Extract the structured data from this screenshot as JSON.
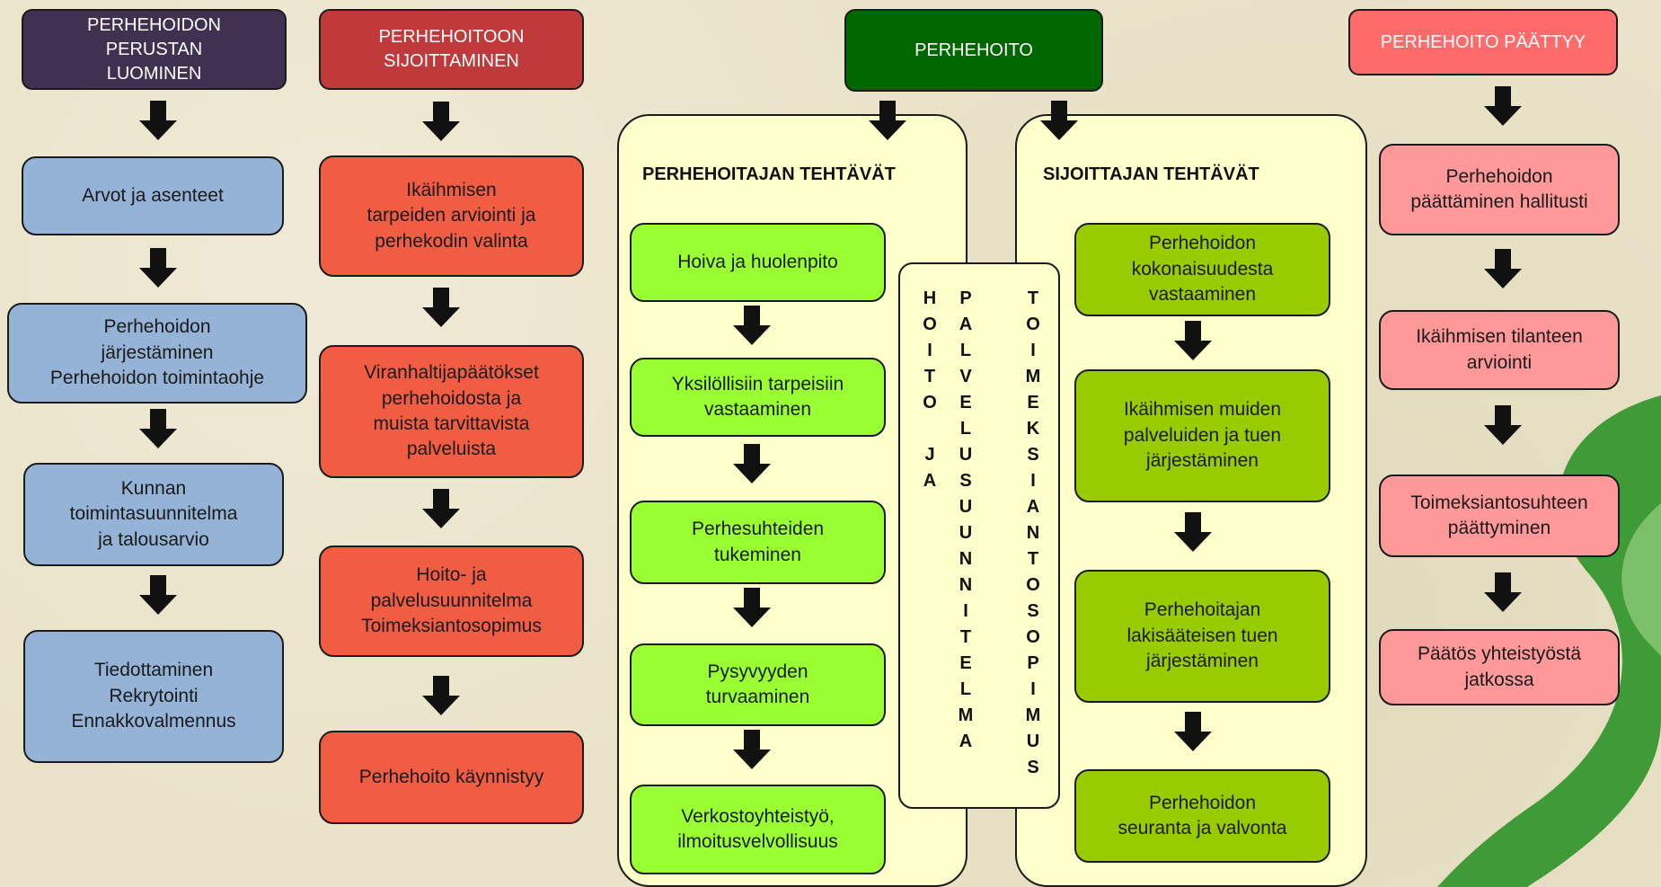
{
  "columns": {
    "col1": {
      "header": "PERHEHOIDON\nPERUSTAN\nLUOMINEN",
      "items": [
        "Arvot ja asenteet",
        "Perhehoidon\njärjestäminen\nPerhehoidon toimintaohje",
        "Kunnan\ntoimintasuunnitelma\nja talousarvio",
        "Tiedottaminen\nRekrytointi\nEnnakkovalmennus"
      ]
    },
    "col2": {
      "header": "PERHEHOITOON\nSIJOITTAMINEN",
      "items": [
        "Ikäihmisen\ntarpeiden arviointi ja\nperhekodin valinta",
        "Viranhaltijapäätökset\nperhehoidosta ja\nmuista tarvittavista\npalveluista",
        "Hoito- ja\npalvelusuunnitelma\nToimeksiantosopimus",
        "Perhehoito käynnistyy"
      ]
    },
    "col3": {
      "header": "PERHEHOITO",
      "left_title": "PERHEHOITAJAN TEHTÄVÄT",
      "left_items": [
        "Hoiva ja huolenpito",
        "Yksilöllisiin tarpeisiin\nvastaaminen",
        "Perhesuhteiden\ntukeminen",
        "Pysyvyyden\nturvaaminen",
        "Verkostoyhteistyö,\nilmoitusvelvollisuus"
      ],
      "right_title": "SIJOITTAJAN TEHTÄVÄT",
      "right_items": [
        "Perhehoidon\nkokonaisuudesta\nvastaaminen",
        "Ikäihmisen muiden\npalveluiden ja tuen\njärjestäminen",
        "Perhehoitajan\nlakisääteisen tuen\njärjestäminen",
        "Perhehoidon\nseuranta ja valvonta"
      ],
      "vertical_col1": "H\nO\nI\nT\nO\n\nJ\nA",
      "vertical_col2": "P\nA\nL\nV\nE\nL\nU\nS\nU\nU\nN\nN\nI\nT\nE\nL\nM\nA",
      "vertical_col3": "T\nO\nI\nM\nE\nK\nS\nI\nA\nN\nT\nO\nS\nO\nP\nI\nM\nU\nS"
    },
    "col4": {
      "header": "PERHEHOITO PÄÄTTYY",
      "items": [
        "Perhehoidon\npäättäminen hallitusti",
        "Ikäihmisen tilanteen\narviointi",
        "Toimeksiantosuhteen\npäättyminen",
        "Päätös yhteistyöstä\njatkossa"
      ]
    }
  },
  "colors": {
    "col1_header": "#403151",
    "col2_header": "#c0393b",
    "col3_header": "#006600",
    "col4_header": "#ff6b6b",
    "col1_box": "#95b3d7",
    "col2_box": "#f05d43",
    "left_box": "#99ff33",
    "right_box": "#99cc00",
    "col4_box": "#ff9999",
    "panel": "#ffffcc"
  }
}
